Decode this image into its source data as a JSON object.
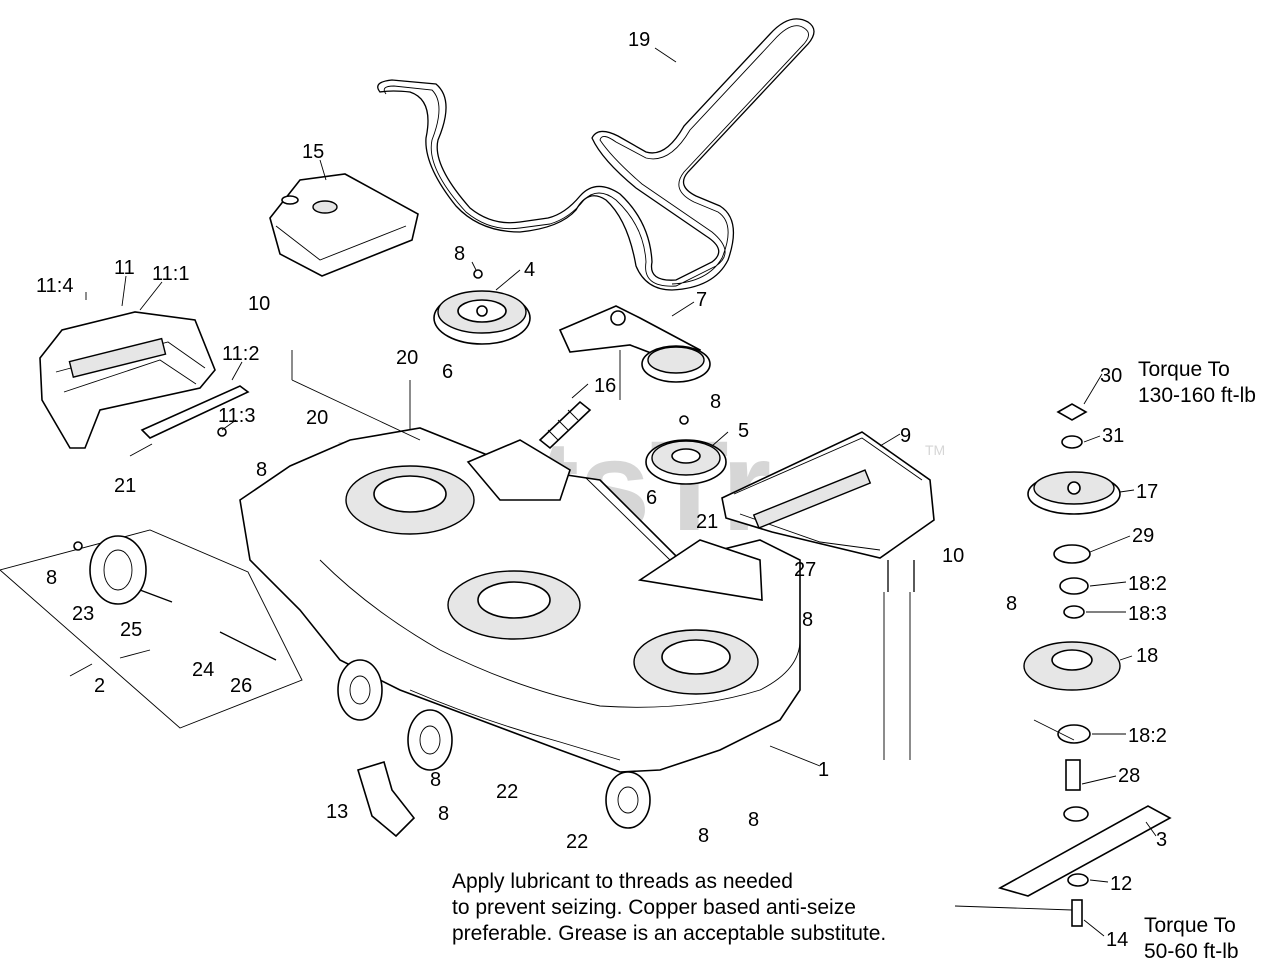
{
  "watermark": {
    "brand": "PartsTree",
    "tm": "TM"
  },
  "callouts": {
    "c19": "19",
    "c15": "15",
    "c11": "11",
    "c11_4": "11:4",
    "c11_1": "11:1",
    "c10a": "10",
    "c8a": "8",
    "c4": "4",
    "c7": "7",
    "c11_2": "11:2",
    "c20a": "20",
    "c6a": "6",
    "c16": "16",
    "c11_3": "11:3",
    "c20b": "20",
    "c8b": "8",
    "c5": "5",
    "c9": "9",
    "c8c": "8",
    "c21a": "21",
    "c6b": "6",
    "c21b": "21",
    "c10b": "10",
    "c27": "27",
    "c8d": "8",
    "c8e": "8",
    "c23": "23",
    "c25": "25",
    "c24": "24",
    "c26": "26",
    "c2": "2",
    "c1": "1",
    "c8f": "8",
    "c8g": "8",
    "c22a": "22",
    "c13": "13",
    "c22b": "22",
    "c8h": "8",
    "c8i": "8",
    "c30": "30",
    "c31": "31",
    "c17": "17",
    "c29": "29",
    "c18_2a": "18:2",
    "c8j": "8",
    "c18_3": "18:3",
    "c18": "18",
    "c18_2b": "18:2",
    "c28": "28",
    "c3": "3",
    "c12": "12",
    "c14": "14"
  },
  "torque_top": {
    "line1": "Torque To",
    "line2": "130-160 ft-lb"
  },
  "torque_bottom": {
    "line1": "Torque To",
    "line2": "50-60 ft-lb"
  },
  "note": {
    "line1": "Apply lubricant to threads as needed",
    "line2": "to prevent seizing. Copper based anti-seize",
    "line3": "preferable. Grease is an acceptable substitute."
  }
}
